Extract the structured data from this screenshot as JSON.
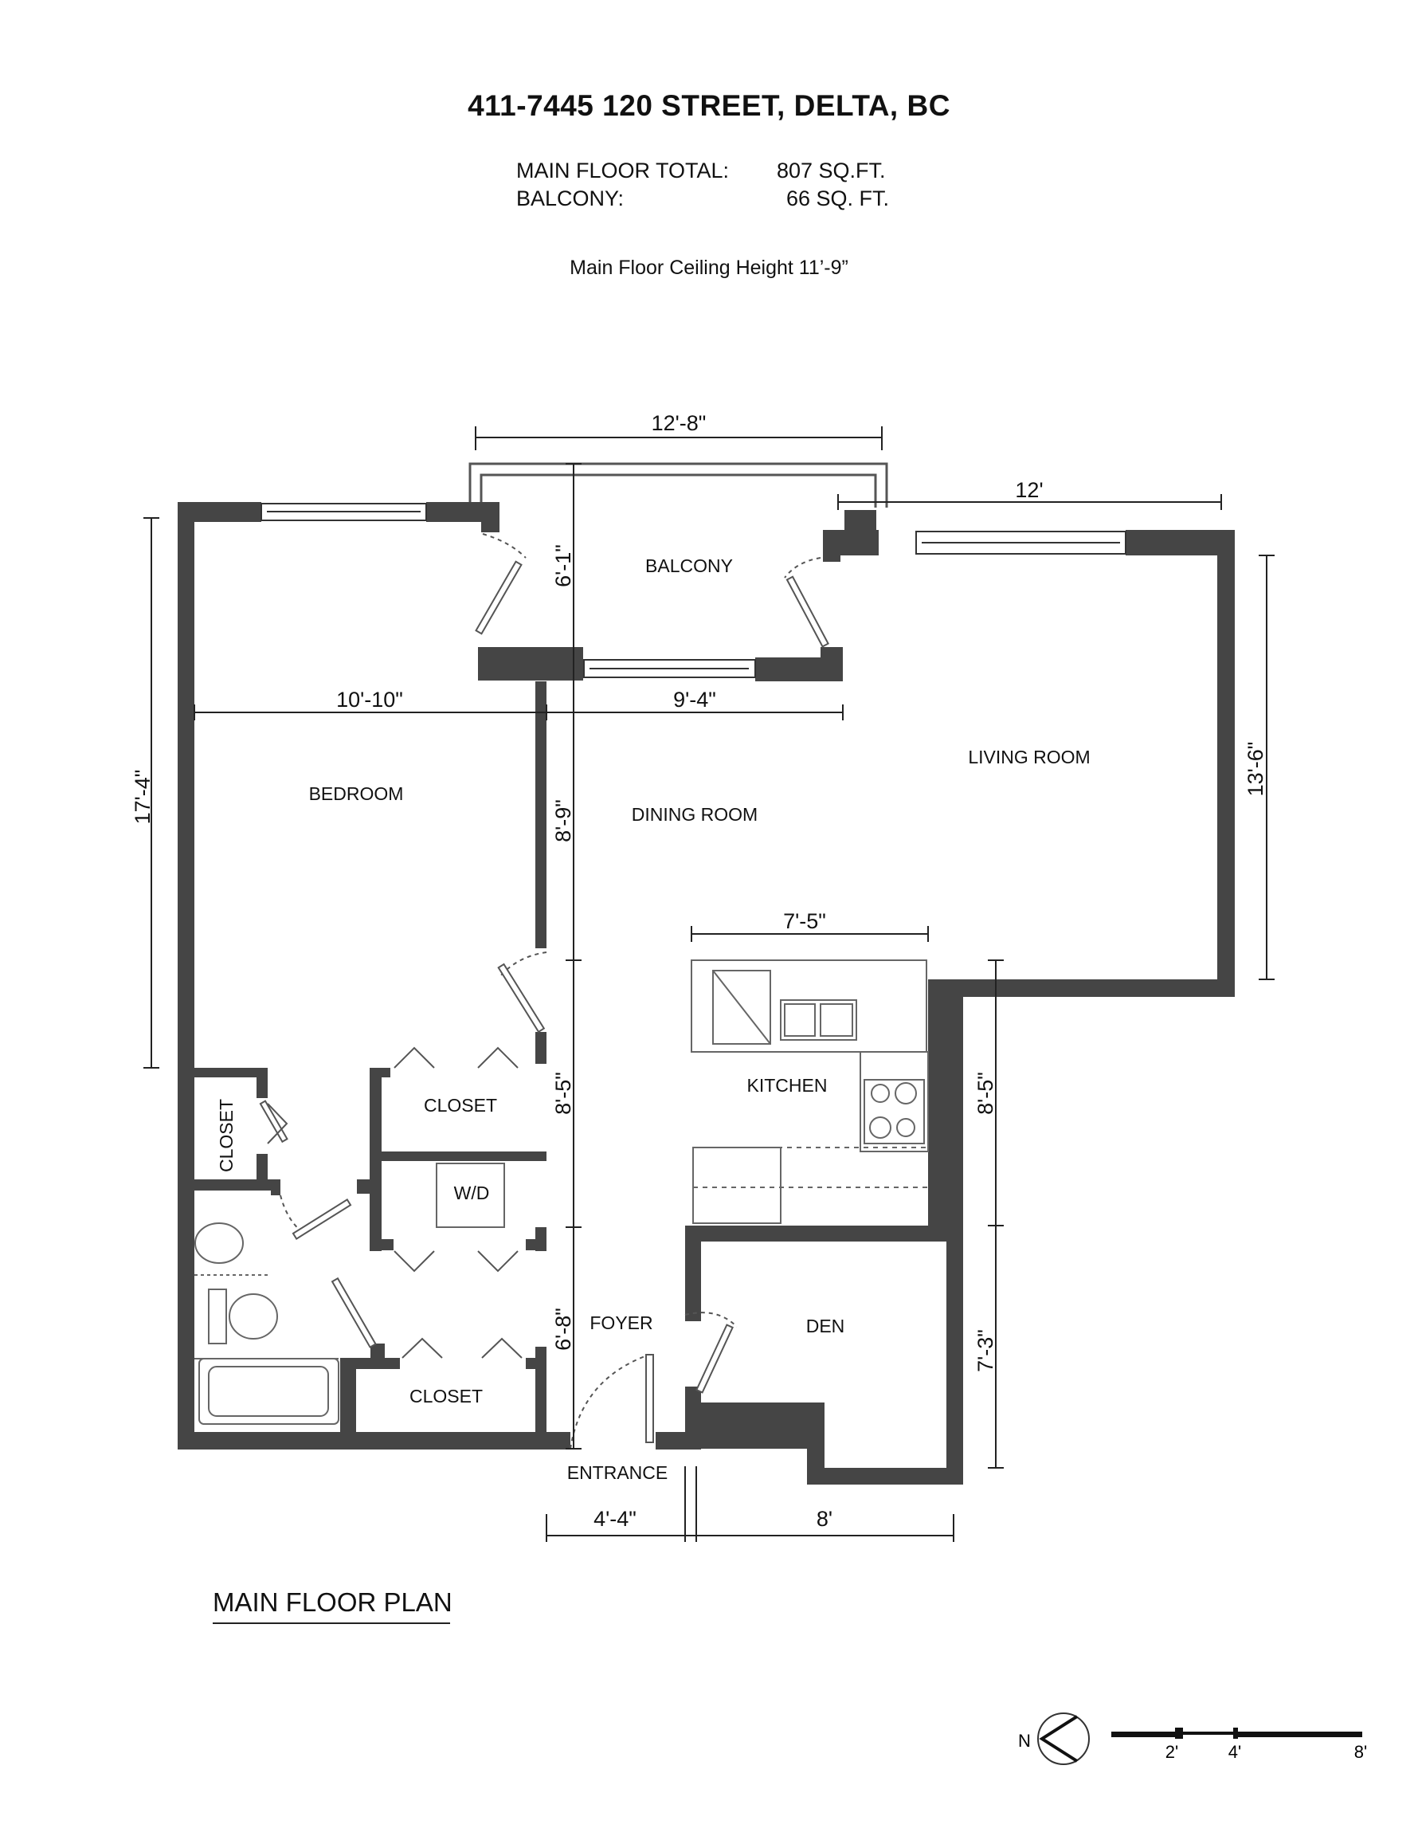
{
  "header": {
    "title": "411-7445 120 STREET, DELTA, BC",
    "main_floor_label": "MAIN FLOOR TOTAL:",
    "main_floor_value": "807 SQ.FT.",
    "balcony_label": "BALCONY:",
    "balcony_value": "66 SQ. FT.",
    "ceiling_height": "Main Floor Ceiling Height 11’-9”"
  },
  "rooms": {
    "balcony": "BALCONY",
    "bedroom": "BEDROOM",
    "dining_room": "DINING ROOM",
    "living_room": "LIVING ROOM",
    "kitchen": "KITCHEN",
    "closet_small": "CLOSET",
    "closet_middle": "CLOSET",
    "closet_bottom": "CLOSET",
    "washer_dryer": "W/D",
    "foyer": "FOYER",
    "den": "DEN",
    "entrance": "ENTRANCE"
  },
  "dimensions": {
    "balcony_width": "12'-8\"",
    "living_width": "12'",
    "balcony_depth": "6'-1\"",
    "bedroom_width": "10'-10\"",
    "dining_width": "9'-4\"",
    "bedroom_depth": "17'-4\"",
    "dining_depth": "8'-9\"",
    "living_depth": "13'-6\"",
    "kitchen_width": "7'-5\"",
    "hall_depth": "8'-5\"",
    "kitchen_depth": "8'-5\"",
    "foyer_depth": "6'-8\"",
    "den_depth": "7'-3\"",
    "entrance_width": "4'-4\"",
    "den_width": "8'"
  },
  "footer": {
    "plan_title": "MAIN FLOOR PLAN",
    "compass_north": "N",
    "scale_labels": [
      "2'",
      "4'",
      "8'"
    ]
  }
}
